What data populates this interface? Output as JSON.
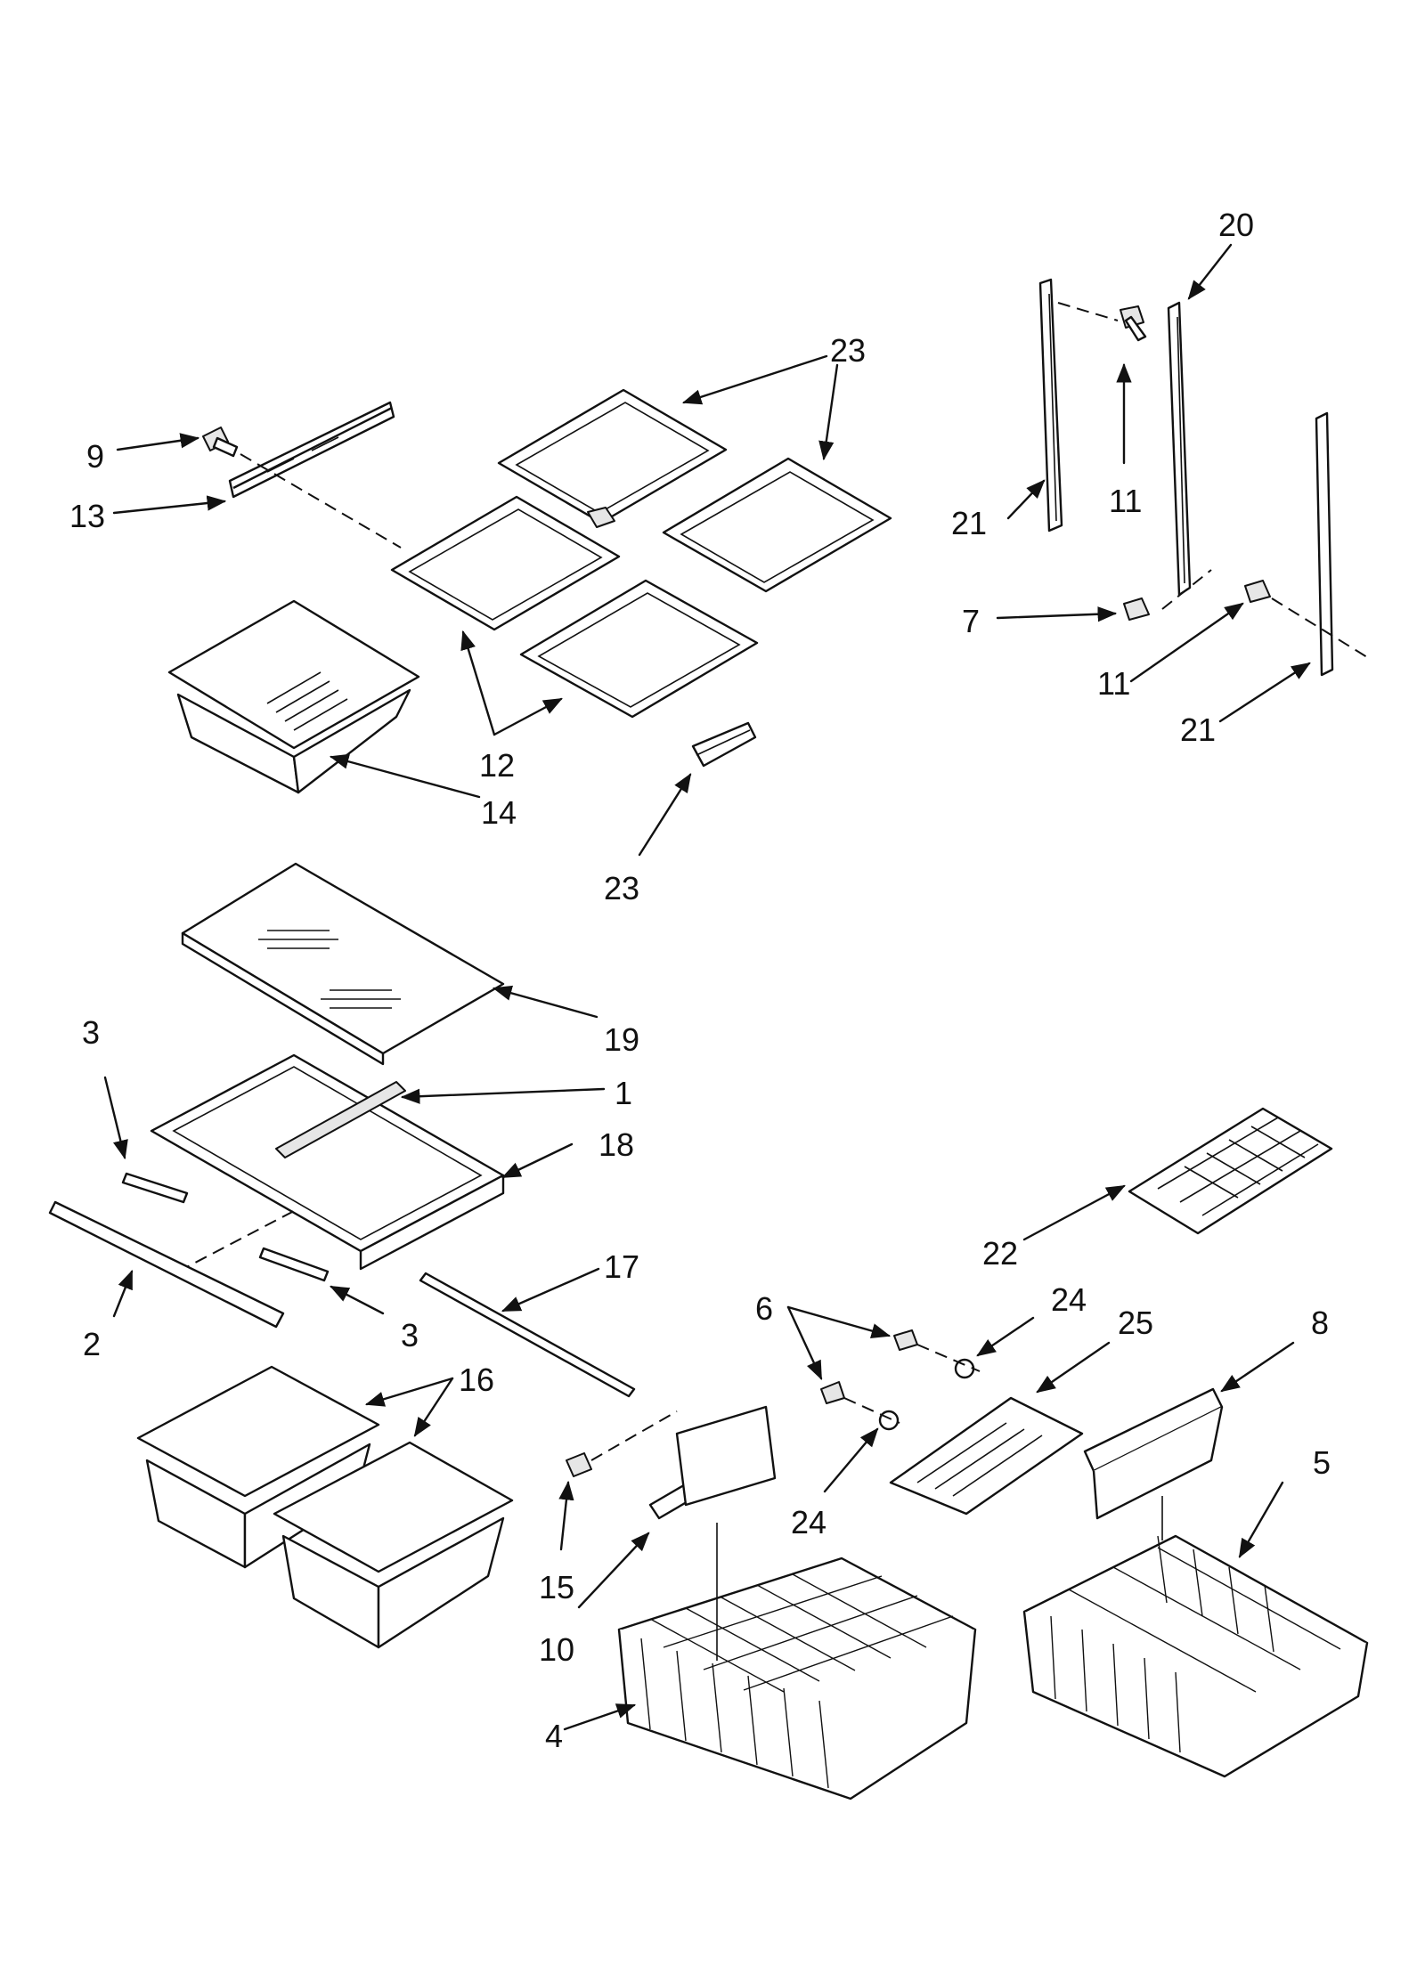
{
  "callouts": {
    "l1": "1",
    "l2": "2",
    "l3a": "3",
    "l3b": "3",
    "l4": "4",
    "l5": "5",
    "l6": "6",
    "l7": "7",
    "l8": "8",
    "l9": "9",
    "l10": "10",
    "l11a": "11",
    "l11b": "11",
    "l12": "12",
    "l13": "13",
    "l14": "14",
    "l15": "15",
    "l16": "16",
    "l17": "17",
    "l18": "18",
    "l19": "19",
    "l20": "20",
    "l21a": "21",
    "l21b": "21",
    "l22": "22",
    "l23a": "23",
    "l23b": "23",
    "l24a": "24",
    "l24b": "24",
    "l25": "25"
  }
}
